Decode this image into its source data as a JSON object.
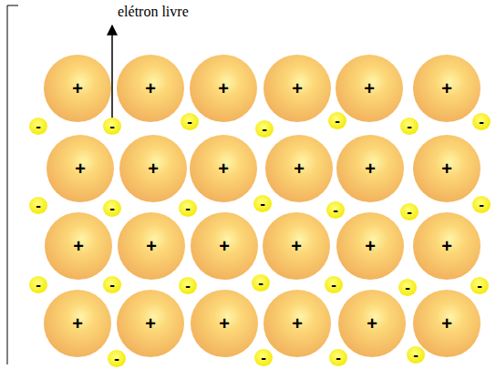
{
  "diagram": {
    "nodes": [
      {
        "text": [
          "+"
        ]
      },
      {
        "text": [
          "+"
        ]
      },
      {
        "text": [
          "+"
        ]
      },
      {
        "text": [
          "+"
        ]
      },
      {
        "text": [
          "+"
        ]
      },
      {
        "text": [
          "+"
        ]
      },
      {
        "text": [
          "-"
        ]
      },
      {
        "text": [
          "-"
        ]
      },
      {
        "text": [
          "-"
        ]
      },
      {
        "text": [
          "-"
        ]
      },
      {
        "text": [
          "-"
        ]
      },
      {
        "text": [
          "-"
        ]
      },
      {
        "text": [
          "-"
        ]
      },
      {
        "text": [
          "+"
        ]
      },
      {
        "text": [
          "+"
        ]
      },
      {
        "text": [
          "+"
        ]
      },
      {
        "text": [
          "+"
        ]
      },
      {
        "text": [
          "+"
        ]
      },
      {
        "text": [
          "+"
        ]
      },
      {
        "text": [
          "-"
        ]
      },
      {
        "text": [
          "-"
        ]
      },
      {
        "text": [
          "-"
        ]
      },
      {
        "text": [
          "-"
        ]
      },
      {
        "text": [
          "-"
        ]
      },
      {
        "text": [
          "-"
        ]
      },
      {
        "text": [
          "-"
        ]
      },
      {
        "text": [
          "+"
        ]
      },
      {
        "text": [
          "+"
        ]
      },
      {
        "text": [
          "+"
        ]
      },
      {
        "text": [
          "+"
        ]
      },
      {
        "text": [
          "+"
        ]
      },
      {
        "text": [
          "+"
        ]
      },
      {
        "text": [
          "-"
        ]
      },
      {
        "text": [
          "-"
        ]
      },
      {
        "text": [
          "-"
        ]
      },
      {
        "text": [
          "-"
        ]
      },
      {
        "text": [
          "-"
        ]
      },
      {
        "text": [
          "-"
        ]
      },
      {
        "text": [
          "-"
        ]
      },
      {
        "text": [
          "+"
        ]
      },
      {
        "text": [
          "+"
        ]
      },
      {
        "text": [
          "+"
        ]
      },
      {
        "text": [
          "+"
        ]
      },
      {
        "text": [
          "+"
        ]
      },
      {
        "text": [
          "+"
        ]
      },
      {
        "text": [
          "-"
        ]
      },
      {
        "text": [
          "-"
        ]
      },
      {
        "text": [
          "-"
        ]
      },
      {
        "text": [
          "-"
        ]
      }
    ],
    "labels": [
      "elétron livre"
    ]
  }
}
